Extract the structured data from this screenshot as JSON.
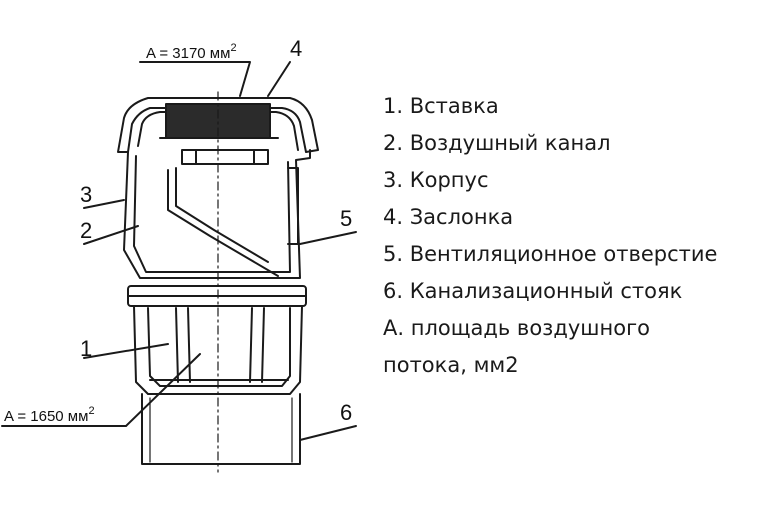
{
  "diagram": {
    "area_top": "A = 3170 мм",
    "area_top_sup": "2",
    "area_bottom": "A = 1650 мм",
    "area_bottom_sup": "2",
    "callouts": [
      "1",
      "2",
      "3",
      "4",
      "5",
      "6"
    ]
  },
  "legend": {
    "items": [
      "1. Вставка",
      "2. Воздушный канал",
      "3. Корпус",
      "4. Заслонка",
      "5. Вентиляционное отверстие",
      "6. Канализационный стояк",
      "А. площадь воздушного потока, мм2"
    ]
  },
  "colors": {
    "line": "#1a1a1a",
    "mesh": "#333333",
    "background": "#ffffff"
  }
}
